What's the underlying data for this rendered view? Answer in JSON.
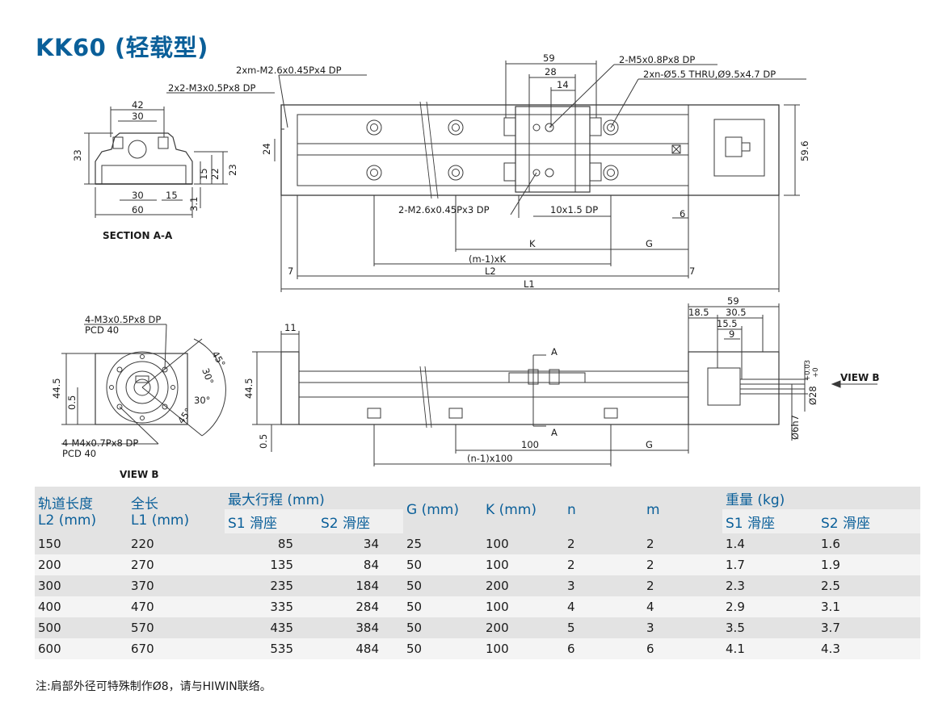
{
  "title": "KK60 (轻载型)",
  "drawing": {
    "section": {
      "caption": "SECTION A-A",
      "dims": [
        "42",
        "30",
        "33",
        "15",
        "22",
        "23",
        "30",
        "15",
        "60",
        "3.1"
      ]
    },
    "top_view": {
      "callouts": {
        "holes_m26_top": "2xm-M2.6x0.45Px4 DP",
        "holes_m3": "2x2-M3x0.5Px8 DP",
        "holes_m5": "2-M5x0.8Px8 DP",
        "thru": "2xn-Ø5.5 THRU,Ø9.5x4.7 DP",
        "holes_m26_bottom": "2-M2.6x0.45Px3 DP",
        "pin": "10x1.5 DP"
      },
      "dims": {
        "d59": "59",
        "d28": "28",
        "d14": "14",
        "d24": "24",
        "d59_6": "59.6",
        "d6": "6",
        "K": "K",
        "G": "G",
        "mK": "(m-1)xK",
        "d7a": "7",
        "d7b": "7",
        "L2": "L2",
        "L1": "L1"
      }
    },
    "end_view": {
      "callouts": {
        "m3": "4-M3x0.5Px8 DP",
        "pcd_top": "PCD 40",
        "m4": "4-M4x0.7Px8 DP",
        "pcd_bottom": "PCD 40"
      },
      "dims": [
        "44.5",
        "0.5",
        "45°",
        "30°",
        "30°",
        "45°"
      ],
      "caption": "VIEW B"
    },
    "side_view": {
      "dims": {
        "d11": "11",
        "d44_5": "44.5",
        "d0_5": "0.5",
        "A_top": "A",
        "A_bottom": "A",
        "d100": "100",
        "G": "G",
        "n100": "(n-1)x100",
        "d59": "59",
        "d18_5": "18.5",
        "d30_5": "30.5",
        "d15_5": "15.5",
        "d9": "9",
        "d28": "Ø28",
        "tol_up": "+0.03",
        "tol_low": "+0",
        "d6h7": "Ø6h7"
      },
      "view_b": "VIEW B"
    }
  },
  "table": {
    "headers": {
      "rail_length": "轨道长度",
      "rail_length_unit": "L2 (mm)",
      "total_length": "全长",
      "total_length_unit": "L1 (mm)",
      "max_stroke": "最大行程 (mm)",
      "s1": "S1 滑座",
      "s2": "S2 滑座",
      "g": "G (mm)",
      "k": "K (mm)",
      "n": "n",
      "m": "m",
      "weight": "重量 (kg)",
      "w_s1": "S1 滑座",
      "w_s2": "S2 滑座"
    },
    "rows": [
      [
        "150",
        "220",
        "85",
        "34",
        "25",
        "100",
        "2",
        "2",
        "1.4",
        "1.6"
      ],
      [
        "200",
        "270",
        "135",
        "84",
        "50",
        "100",
        "2",
        "2",
        "1.7",
        "1.9"
      ],
      [
        "300",
        "370",
        "235",
        "184",
        "50",
        "200",
        "3",
        "2",
        "2.3",
        "2.5"
      ],
      [
        "400",
        "470",
        "335",
        "284",
        "50",
        "100",
        "4",
        "4",
        "2.9",
        "3.1"
      ],
      [
        "500",
        "570",
        "435",
        "384",
        "50",
        "200",
        "5",
        "3",
        "3.5",
        "3.7"
      ],
      [
        "600",
        "670",
        "535",
        "484",
        "50",
        "100",
        "6",
        "6",
        "4.1",
        "4.3"
      ]
    ]
  },
  "note": "注:肩部外径可特殊制作Ø8，请与HIWIN联络。"
}
